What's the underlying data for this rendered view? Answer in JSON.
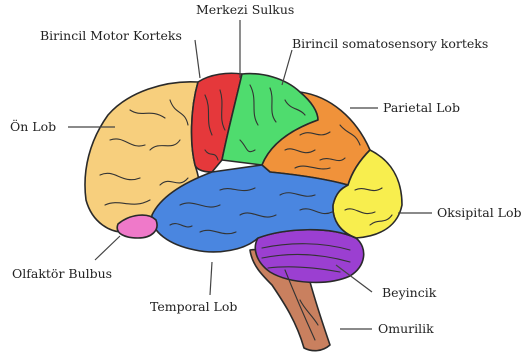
{
  "labels": {
    "central_sulcus": "Merkezi Sulkus",
    "primary_motor_cortex": "Birincil Motor Korteks",
    "primary_somatosensory_cortex": "Birincil somatosensory korteks",
    "frontal_lobe": "Ön Lob",
    "parietal_lobe": "Parietal Lob",
    "occipital_lobe": "Oksipital Lob",
    "olfactory_bulb": "Olfaktör Bulbus",
    "temporal_lobe": "Temporal Lob",
    "cerebellum": "Beyincik",
    "spinal_cord": "Omurilik"
  },
  "colors": {
    "frontal_lobe": "#f7cf7d",
    "motor_cortex": "#e5383b",
    "somatosensory_cortex": "#4fdc6e",
    "parietal_lobe": "#f0923a",
    "occipital_lobe": "#f8ee4e",
    "temporal_lobe": "#4a86e0",
    "olfactory_bulb": "#ef79c9",
    "cerebellum": "#9b3fd1",
    "brainstem": "#c9805f"
  }
}
